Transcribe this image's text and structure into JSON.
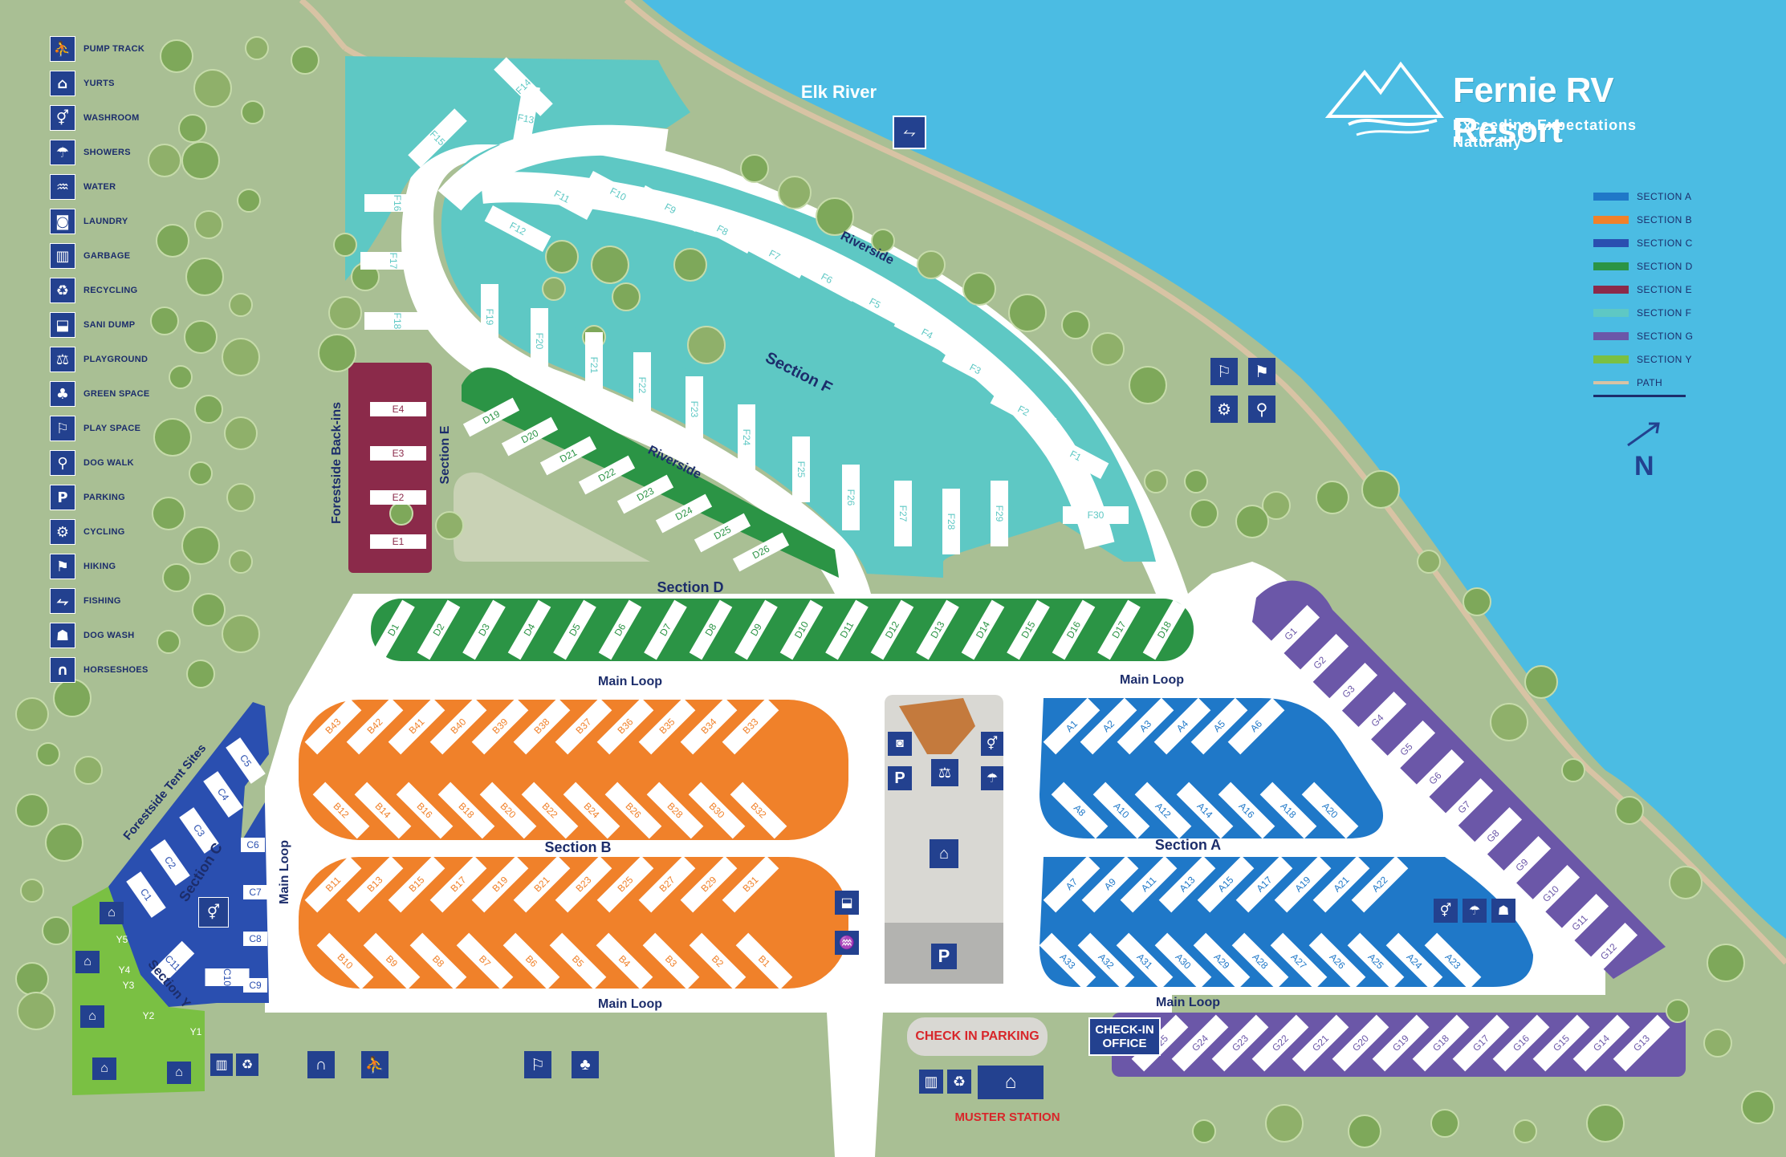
{
  "brand": {
    "name": "Fernie RV Resort",
    "tagline": "Exceeding Expectations Naturally"
  },
  "river_label": "Elk River",
  "legend_amenities": [
    {
      "icon": "pump-track-icon",
      "glyph": "⛹",
      "label": "PUMP TRACK"
    },
    {
      "icon": "yurts-icon",
      "glyph": "⌂",
      "label": "YURTS"
    },
    {
      "icon": "washroom-icon",
      "glyph": "⚥",
      "label": "WASHROOM"
    },
    {
      "icon": "showers-icon",
      "glyph": "☂",
      "label": "SHOWERS"
    },
    {
      "icon": "water-icon",
      "glyph": "♒",
      "label": "WATER"
    },
    {
      "icon": "laundry-icon",
      "glyph": "◙",
      "label": "LAUNDRY"
    },
    {
      "icon": "garbage-icon",
      "glyph": "▥",
      "label": "GARBAGE"
    },
    {
      "icon": "recycling-icon",
      "glyph": "♻",
      "label": "RECYCLING"
    },
    {
      "icon": "sani-dump-icon",
      "glyph": "⬓",
      "label": "SANI DUMP"
    },
    {
      "icon": "playground-icon",
      "glyph": "⚖",
      "label": "PLAYGROUND"
    },
    {
      "icon": "green-space-icon",
      "glyph": "♣",
      "label": "GREEN SPACE"
    },
    {
      "icon": "play-space-icon",
      "glyph": "⚐",
      "label": "PLAY SPACE"
    },
    {
      "icon": "dog-walk-icon",
      "glyph": "⚲",
      "label": "DOG WALK"
    },
    {
      "icon": "parking-icon",
      "glyph": "P",
      "label": "PARKING"
    },
    {
      "icon": "cycling-icon",
      "glyph": "⚙",
      "label": "CYCLING"
    },
    {
      "icon": "hiking-icon",
      "glyph": "⚑",
      "label": "HIKING"
    },
    {
      "icon": "fishing-icon",
      "glyph": "⥊",
      "label": "FISHING"
    },
    {
      "icon": "dog-wash-icon",
      "glyph": "☗",
      "label": "DOG WASH"
    },
    {
      "icon": "horseshoes-icon",
      "glyph": "∩",
      "label": "HORSESHOES"
    }
  ],
  "legend_sections": [
    {
      "label": "SECTION  A",
      "color": "#1f78c8"
    },
    {
      "label": "SECTION  B",
      "color": "#f0812a"
    },
    {
      "label": "SECTION  C",
      "color": "#2a4fb0"
    },
    {
      "label": "SECTION  D",
      "color": "#2b9445"
    },
    {
      "label": "SECTION  E",
      "color": "#8b2a4a"
    },
    {
      "label": "SECTION  F",
      "color": "#5ec8c4"
    },
    {
      "label": "SECTION  G",
      "color": "#6b57a8"
    },
    {
      "label": "SECTION  Y",
      "color": "#7ac043"
    },
    {
      "label": "PATH",
      "color": "#d8c3a4"
    }
  ],
  "north_label": "N",
  "colors": {
    "grass": "#a9bf94",
    "river": "#4bbce3",
    "road": "#ffffff",
    "section_a": "#1f78c8",
    "section_b": "#f0812a",
    "section_c": "#2a4fb0",
    "section_d": "#2b9445",
    "section_e": "#8b2a4a",
    "section_f": "#5ec8c4",
    "section_g": "#6b57a8",
    "section_y": "#7ac043",
    "label_navy": "#1c2d6b"
  },
  "area_labels": {
    "section_a": "Section A",
    "section_b": "Section B",
    "section_c": "Section C",
    "section_d": "Section D",
    "section_e": "Section E",
    "section_f": "Section F",
    "section_y": "Section Y",
    "riverside_top": "Riverside",
    "riverside_mid": "Riverside",
    "main_loop_top_left": "Main Loop",
    "main_loop_top_right": "Main Loop",
    "main_loop_bottom_left": "Main Loop",
    "main_loop_bottom_right": "Main Loop",
    "main_loop_vertical": "Main Loop",
    "forestside_backins": "Forestside Back-ins",
    "forestside_tent": "Forestside Tent Sites",
    "check_in_parking": "CHECK IN PARKING",
    "check_in_office": "CHECK-IN\nOFFICE",
    "muster_station": "MUSTER STATION"
  },
  "sites": {
    "F": [
      "F1",
      "F2",
      "F3",
      "F4",
      "F5",
      "F6",
      "F7",
      "F8",
      "F9",
      "F10",
      "F11",
      "F12",
      "F13",
      "F14",
      "F15",
      "F16",
      "F17",
      "F18",
      "F19",
      "F20",
      "F21",
      "F22",
      "F23",
      "F24",
      "F25",
      "F26",
      "F27",
      "F28",
      "F29",
      "F30"
    ],
    "D": [
      "D1",
      "D2",
      "D3",
      "D4",
      "D5",
      "D6",
      "D7",
      "D8",
      "D9",
      "D10",
      "D11",
      "D12",
      "D13",
      "D14",
      "D15",
      "D16",
      "D17",
      "D18",
      "D19",
      "D20",
      "D21",
      "D22",
      "D23",
      "D24",
      "D25",
      "D26"
    ],
    "E": [
      "E1",
      "E2",
      "E3",
      "E4"
    ],
    "B_top": [
      "B43",
      "B42",
      "B41",
      "B40",
      "B39",
      "B38",
      "B37",
      "B36",
      "B35",
      "B34",
      "B33"
    ],
    "B_mid": [
      "B12",
      "B14",
      "B16",
      "B18",
      "B20",
      "B22",
      "B24",
      "B26",
      "B28",
      "B30",
      "B32"
    ],
    "B_low": [
      "B11",
      "B13",
      "B15",
      "B17",
      "B19",
      "B21",
      "B23",
      "B25",
      "B27",
      "B29",
      "B31"
    ],
    "B_bot": [
      "B10",
      "B9",
      "B8",
      "B7",
      "B6",
      "B5",
      "B4",
      "B3",
      "B2",
      "B1"
    ],
    "A_top": [
      "A1",
      "A2",
      "A3",
      "A4",
      "A5",
      "A6"
    ],
    "A_mid": [
      "A8",
      "A10",
      "A12",
      "A14",
      "A16",
      "A18",
      "A20"
    ],
    "A_low": [
      "A7",
      "A9",
      "A11",
      "A13",
      "A15",
      "A17",
      "A19",
      "A21",
      "A22"
    ],
    "A_bot": [
      "A33",
      "A32",
      "A31",
      "A30",
      "A29",
      "A28",
      "A27",
      "A26",
      "A25",
      "A24",
      "A23"
    ],
    "G_right": [
      "G1",
      "G2",
      "G3",
      "G4",
      "G5",
      "G6",
      "G7",
      "G8",
      "G9",
      "G10",
      "G11",
      "G12"
    ],
    "G_bot": [
      "G25",
      "G24",
      "G23",
      "G22",
      "G21",
      "G20",
      "G19",
      "G18",
      "G17",
      "G16",
      "G15",
      "G14",
      "G13"
    ],
    "C": [
      "C1",
      "C2",
      "C3",
      "C4",
      "C5",
      "C6",
      "C7",
      "C8",
      "C9",
      "C10",
      "C11"
    ],
    "Y": [
      "Y1",
      "Y2",
      "Y3",
      "Y4",
      "Y5"
    ]
  }
}
